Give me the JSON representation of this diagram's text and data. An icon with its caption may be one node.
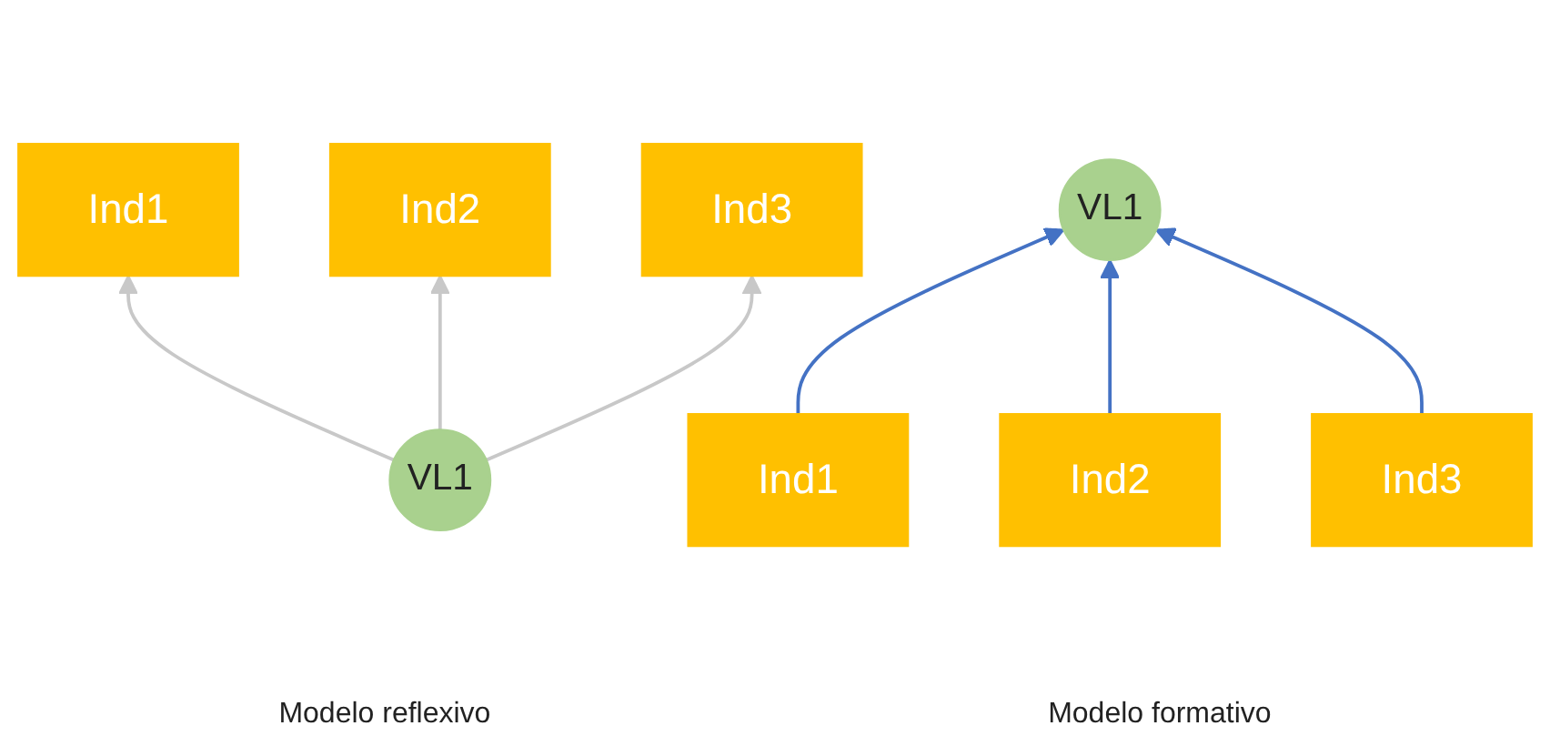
{
  "diagram": {
    "nodes": [
      {
        "text": [
          "Ind1"
        ]
      },
      {
        "text": [
          "Ind2"
        ]
      },
      {
        "text": [
          "Ind3"
        ]
      },
      {
        "text": [
          "VL1"
        ]
      },
      {
        "text": [
          "Ind1"
        ]
      },
      {
        "text": [
          "Ind2"
        ]
      },
      {
        "text": [
          "Ind3"
        ]
      },
      {
        "text": [
          "VL1"
        ]
      }
    ],
    "edges": [
      {
        "from": 3,
        "to": 0,
        "arrow": "to",
        "color": "#c8c8c8"
      },
      {
        "from": 3,
        "to": 1,
        "arrow": "to",
        "color": "#c8c8c8"
      },
      {
        "from": 3,
        "to": 2,
        "arrow": "to",
        "color": "#c8c8c8"
      },
      {
        "from": 4,
        "to": 7,
        "arrow": "to",
        "color": "#4472c4"
      },
      {
        "from": 5,
        "to": 7,
        "arrow": "to",
        "color": "#4472c4"
      },
      {
        "from": 6,
        "to": 7,
        "arrow": "to",
        "color": "#4472c4"
      }
    ],
    "labels": [
      "Modelo reflexivo",
      "Modelo formativo"
    ]
  }
}
